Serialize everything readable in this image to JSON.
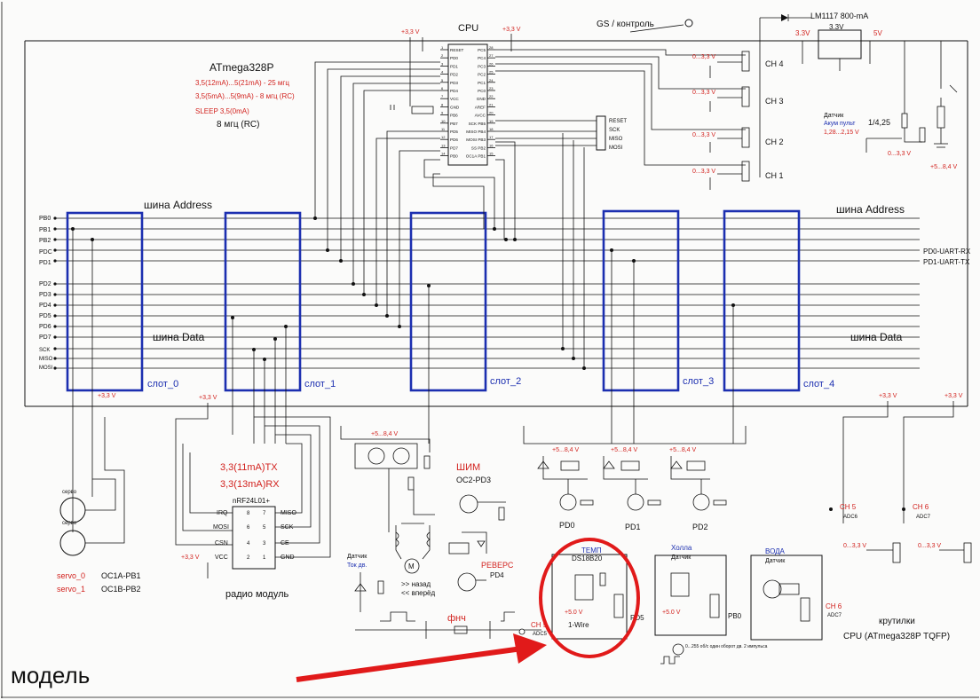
{
  "cpu": {
    "title": "CPU",
    "chip": "ATmega328P",
    "spec1": "3,5(12mA)...5(21mA) - 25 мгц",
    "spec2": "3,5(5mA)...5(9mA) - 8 мгц (RC)",
    "spec3": "SLEEP 3,5(0mA)",
    "freq": "8 мгц (RC)",
    "pins_left": [
      "RESET",
      "PD0",
      "PD1",
      "PD2",
      "PD3",
      "PD4",
      "VCC",
      "GND",
      "PB6",
      "PB7",
      "PD5",
      "PD6",
      "PD7",
      "PB0"
    ],
    "pins_right": [
      "PC5",
      "PC4",
      "PC3",
      "PC2",
      "PC1",
      "PC0",
      "GND",
      "AREF",
      "AVCC",
      "SCK PB5",
      "MISO PB4",
      "MOSI PB3",
      "SS PB2",
      "OC1A PB1"
    ],
    "isp": [
      "RESET",
      "SCK",
      "MISO",
      "MOSI"
    ]
  },
  "power": {
    "vcc33": "+3,3 V",
    "vbat": "+5...8,4 V",
    "reg_name": "LM1117 800-mA",
    "reg_out": "3.3V",
    "reg_in": "5V"
  },
  "gs_label": "GS / контроль",
  "channels": [
    "CH 4",
    "CH 3",
    "CH 2",
    "CH 1"
  ],
  "pot_range": "0...3,3 V",
  "battery": {
    "sensor": "Датчик",
    "name": "Акум пульт",
    "ratio": "1/4,25",
    "range": "1,28...2,15 V"
  },
  "bus": {
    "address": "шина Address",
    "data": "шина Data",
    "left_pins": [
      "PB0",
      "PB1",
      "PB2",
      "PDC",
      "PD1",
      "PD2",
      "PD3",
      "PD4",
      "PD5",
      "PD6",
      "PD7",
      "SCK",
      "MISO",
      "MOSI"
    ],
    "uart_rx": "PD0-UART-RX",
    "uart_tx": "PD1-UART-TX"
  },
  "slots": [
    "слот_0",
    "слот_1",
    "слот_2",
    "слот_3",
    "слот_4"
  ],
  "servo": {
    "label": "серво",
    "names": [
      "servo_0",
      "servo_1"
    ],
    "pins": [
      "OC1A-PB1",
      "OC1B-PB2"
    ]
  },
  "radio": {
    "tx": "3,3(11mA)TX",
    "rx": "3,3(13mA)RX",
    "chip": "nRF24L01+",
    "pins_left": [
      "IRQ",
      "MOSI",
      "CSN",
      "VCC"
    ],
    "pins_right": [
      "MISO",
      "SCK",
      "CE",
      "GND"
    ],
    "nums_left": [
      "8",
      "6",
      "4",
      "2"
    ],
    "nums_right": [
      "7",
      "5",
      "3",
      "1"
    ],
    "label": "радио модуль"
  },
  "motor": {
    "pwm": "ШИМ",
    "pwm_pin": "OC2-PD3",
    "reverse": "РЕВЕРС",
    "rev_pin": "PD4",
    "dir1": ">> назад",
    "dir2": "<< вперёд",
    "current_sensor": "Датчик",
    "current_name": "Ток дв.",
    "lpf": "фнч",
    "adc_ch": "CH 5"
  },
  "switches": [
    "PD0",
    "PD1",
    "PD2"
  ],
  "temp": {
    "title": "ТЕМП",
    "chip": "DS18B20",
    "vcc": "+5.0 V",
    "bus": "1-Wire",
    "pin": "PD5"
  },
  "hall": {
    "title": "Холла",
    "sub": "Датчик",
    "vcc": "+5.0 V",
    "pin": "PB0",
    "note": "0...255 об/с один оборот дв. 2 импульса"
  },
  "water": {
    "title": "ВОДА",
    "sub": "Датчик",
    "ch": "CH 6",
    "adc": "ADC7"
  },
  "knobs": {
    "ch5": "CH 5",
    "ch6": "CH 6",
    "adc6": "ADC6",
    "adc7": "ADC7",
    "label1": "крутилки",
    "label2": "CPU (ATmega328P TQFP)"
  },
  "model_label": "модель",
  "colors": {
    "slot": "#1c2fb0",
    "annotation": "#d2231f",
    "wire": "#111111"
  }
}
